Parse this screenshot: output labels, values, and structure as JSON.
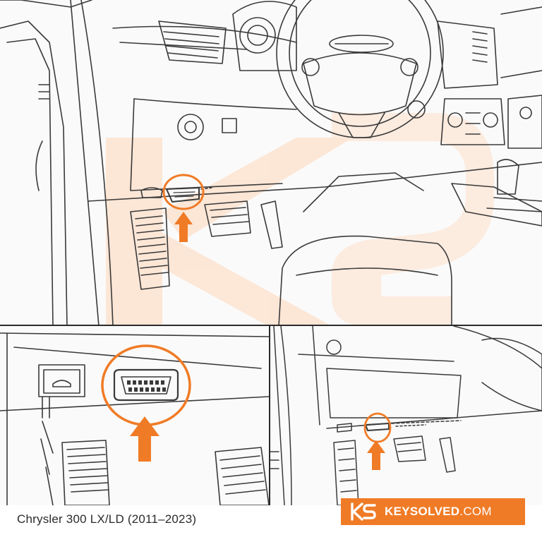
{
  "caption": "Chrysler 300 LX/LD (2011–2023)",
  "brand": {
    "name": "KEYSOLVED",
    "domain": ".COM",
    "background": "#f07b26"
  },
  "colors": {
    "accent": "#f07b26",
    "watermark": "#fde3d0",
    "line": "#3a3a3a"
  },
  "icons": {
    "highlight": "orange-circle",
    "pointer": "orange-up-arrow",
    "watermark": "ks-logo-watermark"
  }
}
